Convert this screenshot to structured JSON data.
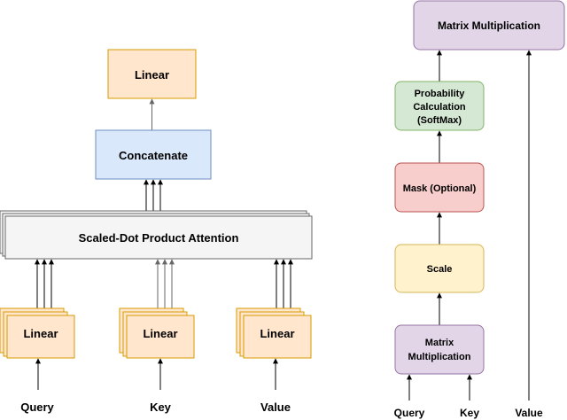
{
  "left": {
    "linear_top": "Linear",
    "concatenate": "Concatenate",
    "attention": "Scaled-Dot Product Attention",
    "linear_query": "Linear",
    "linear_key": "Linear",
    "linear_value": "Linear",
    "input_query": "Query",
    "input_key": "Key",
    "input_value": "Value"
  },
  "right": {
    "matmul_top": "Matrix Multiplication",
    "softmax_line1": "Probability",
    "softmax_line2": "Calculation",
    "softmax_line3": "(SoftMax)",
    "mask": "Mask (Optional)",
    "scale": "Scale",
    "matmul_bottom_line1": "Matrix",
    "matmul_bottom_line2": "Multiplication",
    "input_query": "Query",
    "input_key": "Key",
    "input_value": "Value"
  },
  "colors": {
    "orange_fill": "#ffe6cc",
    "orange_stroke": "#d79b00",
    "blue_fill": "#dae8fc",
    "blue_stroke": "#6c8ebf",
    "gray_fill": "#f5f5f5",
    "gray_stroke": "#666666",
    "purple_fill": "#e1d5e7",
    "purple_stroke": "#9673a6",
    "green_fill": "#d5e8d4",
    "green_stroke": "#82b366",
    "red_fill": "#f8cecc",
    "red_stroke": "#b85450",
    "yellow_fill": "#fff2cc",
    "yellow_stroke": "#d6b656"
  }
}
